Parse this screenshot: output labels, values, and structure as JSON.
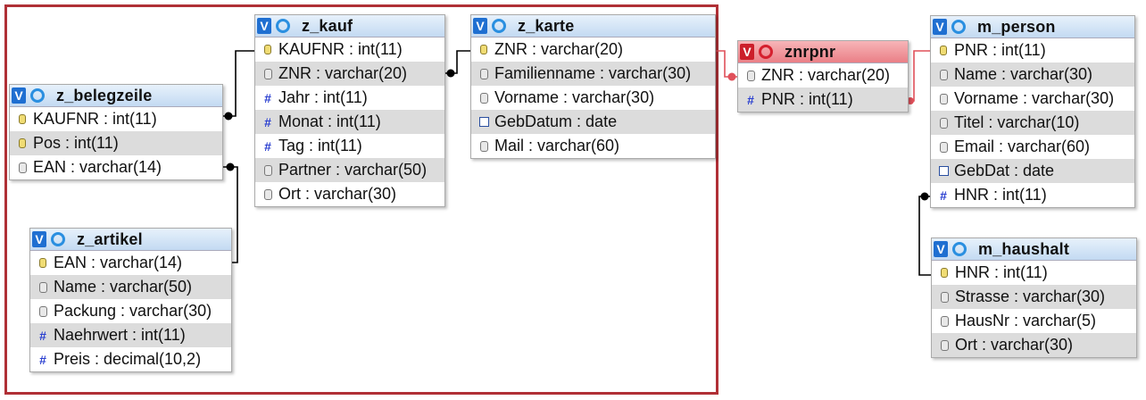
{
  "tables": {
    "z_belegzeile": {
      "name": "z_belegzeile",
      "header": "blue",
      "fields": [
        {
          "icon": "key-icon",
          "text": "KAUFNR : int(11)"
        },
        {
          "icon": "key-icon",
          "text": "Pos : int(11)"
        },
        {
          "icon": "text-field-icon",
          "text": "EAN : varchar(14)"
        }
      ]
    },
    "z_artikel": {
      "name": "z_artikel",
      "header": "blue",
      "fields": [
        {
          "icon": "key-icon",
          "text": "EAN : varchar(14)"
        },
        {
          "icon": "text-field-icon",
          "text": "Name : varchar(50)"
        },
        {
          "icon": "text-field-icon",
          "text": "Packung : varchar(30)"
        },
        {
          "icon": "number-icon",
          "text": "Naehrwert : int(11)"
        },
        {
          "icon": "number-icon",
          "text": "Preis : decimal(10,2)"
        }
      ]
    },
    "z_kauf": {
      "name": "z_kauf",
      "header": "blue",
      "fields": [
        {
          "icon": "key-icon",
          "text": "KAUFNR : int(11)"
        },
        {
          "icon": "text-field-icon",
          "text": "ZNR : varchar(20)"
        },
        {
          "icon": "number-icon",
          "text": "Jahr : int(11)"
        },
        {
          "icon": "number-icon",
          "text": "Monat : int(11)"
        },
        {
          "icon": "number-icon",
          "text": "Tag : int(11)"
        },
        {
          "icon": "text-field-icon",
          "text": "Partner : varchar(50)"
        },
        {
          "icon": "text-field-icon",
          "text": "Ort : varchar(30)"
        }
      ]
    },
    "z_karte": {
      "name": "z_karte",
      "header": "blue",
      "fields": [
        {
          "icon": "key-icon",
          "text": "ZNR : varchar(20)"
        },
        {
          "icon": "text-field-icon",
          "text": "Familienname : varchar(30)"
        },
        {
          "icon": "text-field-icon",
          "text": "Vorname : varchar(30)"
        },
        {
          "icon": "date-icon",
          "text": "GebDatum : date"
        },
        {
          "icon": "text-field-icon",
          "text": "Mail : varchar(60)"
        }
      ]
    },
    "znrpnr": {
      "name": "znrpnr",
      "header": "red",
      "fields": [
        {
          "icon": "text-field-icon",
          "text": "ZNR : varchar(20)"
        },
        {
          "icon": "number-icon",
          "text": "PNR : int(11)"
        }
      ]
    },
    "m_person": {
      "name": "m_person",
      "header": "blue",
      "fields": [
        {
          "icon": "key-icon",
          "text": "PNR : int(11)"
        },
        {
          "icon": "text-field-icon",
          "text": "Name : varchar(30)"
        },
        {
          "icon": "text-field-icon",
          "text": "Vorname : varchar(30)"
        },
        {
          "icon": "text-field-icon",
          "text": "Titel : varchar(10)"
        },
        {
          "icon": "text-field-icon",
          "text": "Email : varchar(60)"
        },
        {
          "icon": "date-icon",
          "text": "GebDat : date"
        },
        {
          "icon": "number-icon",
          "text": "HNR : int(11)"
        }
      ]
    },
    "m_haushalt": {
      "name": "m_haushalt",
      "header": "blue",
      "fields": [
        {
          "icon": "key-icon",
          "text": "HNR : int(11)"
        },
        {
          "icon": "text-field-icon",
          "text": "Strasse : varchar(30)"
        },
        {
          "icon": "text-field-icon",
          "text": "HausNr : varchar(5)"
        },
        {
          "icon": "text-field-icon",
          "text": "Ort : varchar(30)"
        }
      ]
    }
  },
  "header_toggle_label": "V",
  "colors": {
    "highlight_frame": "#b03036",
    "link_black": "#000000",
    "link_red": "#e0505a"
  }
}
